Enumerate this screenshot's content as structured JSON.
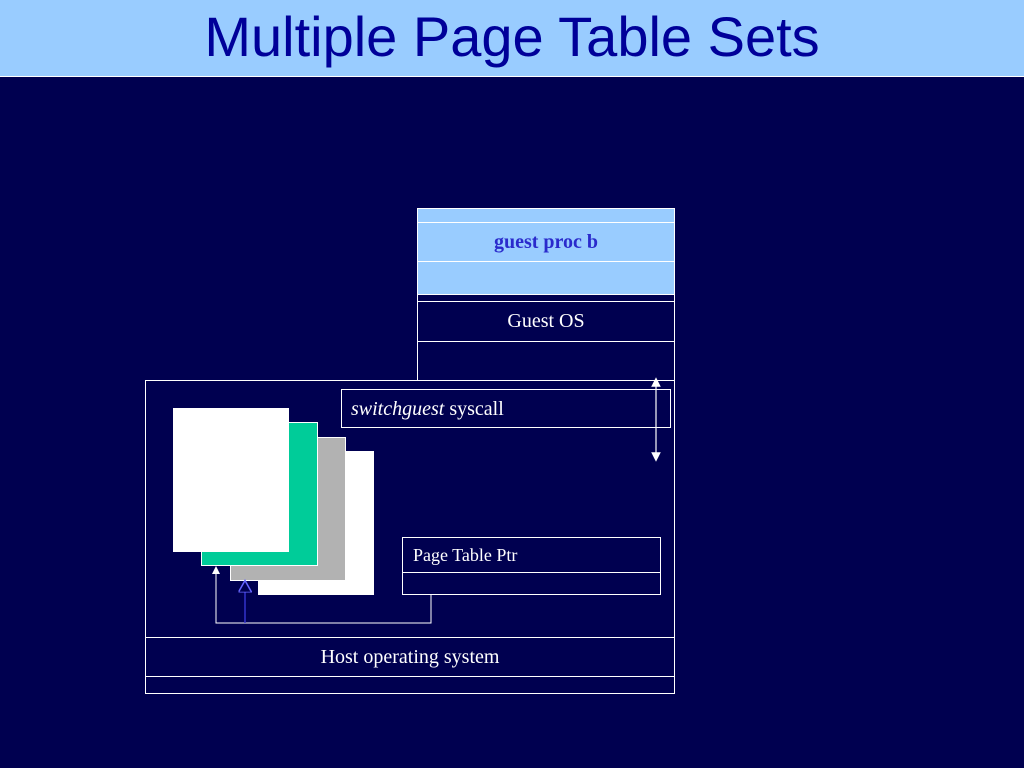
{
  "slide": {
    "title": "Multiple Page Table Sets"
  },
  "diagram": {
    "guest_proc": "guest proc b",
    "guest_os": "Guest OS",
    "switchguest_italic": "switchguest",
    "switchguest_rest": " syscall",
    "page_table_ptr": "Page Table Ptr",
    "host_os": "Host operating system"
  },
  "colors": {
    "background": "#000050",
    "title_bar": "#99ccff",
    "title_text": "#000099",
    "page_white": "#ffffff",
    "page_teal": "#00cc99",
    "page_gray": "#b2b2b2",
    "guest_proc_fill": "#99ccff"
  }
}
